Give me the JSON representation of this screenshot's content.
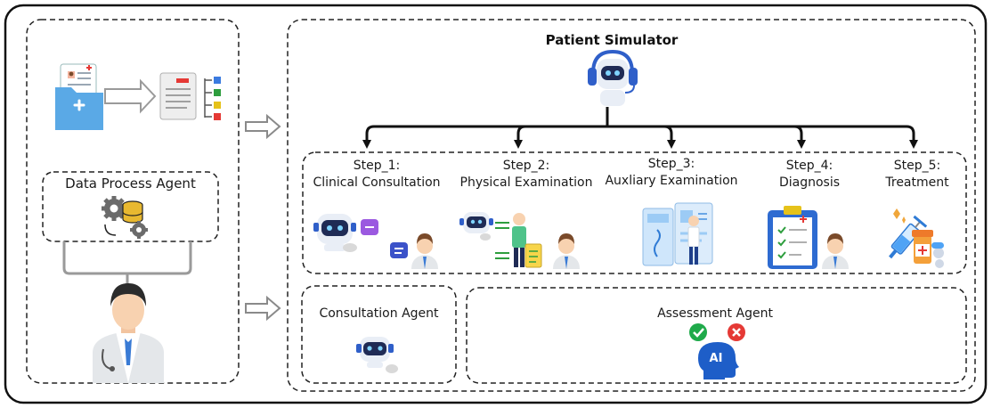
{
  "diagram": {
    "left_panel": {
      "agent_label": "Data Process Agent"
    },
    "simulator": {
      "title": "Patient Simulator",
      "steps": [
        {
          "step": "Step_1:",
          "name": "Clinical Consultation"
        },
        {
          "step": "Step_2:",
          "name": "Physical Examination"
        },
        {
          "step": "Step_3:",
          "name": "Auxliary Examination"
        },
        {
          "step": "Step_4:",
          "name": "Diagnosis"
        },
        {
          "step": "Step_5:",
          "name": "Treatment"
        }
      ]
    },
    "consultation_agent": "Consultation Agent",
    "assessment_agent": "Assessment Agent",
    "ai_badge": "AI",
    "colors": {
      "check_green": "#1faa4a",
      "cross_red": "#e53935",
      "ai_blue": "#1e5ec8",
      "robot_blue": "#2f5fc9",
      "folder_blue": "#5aa9e6"
    }
  }
}
